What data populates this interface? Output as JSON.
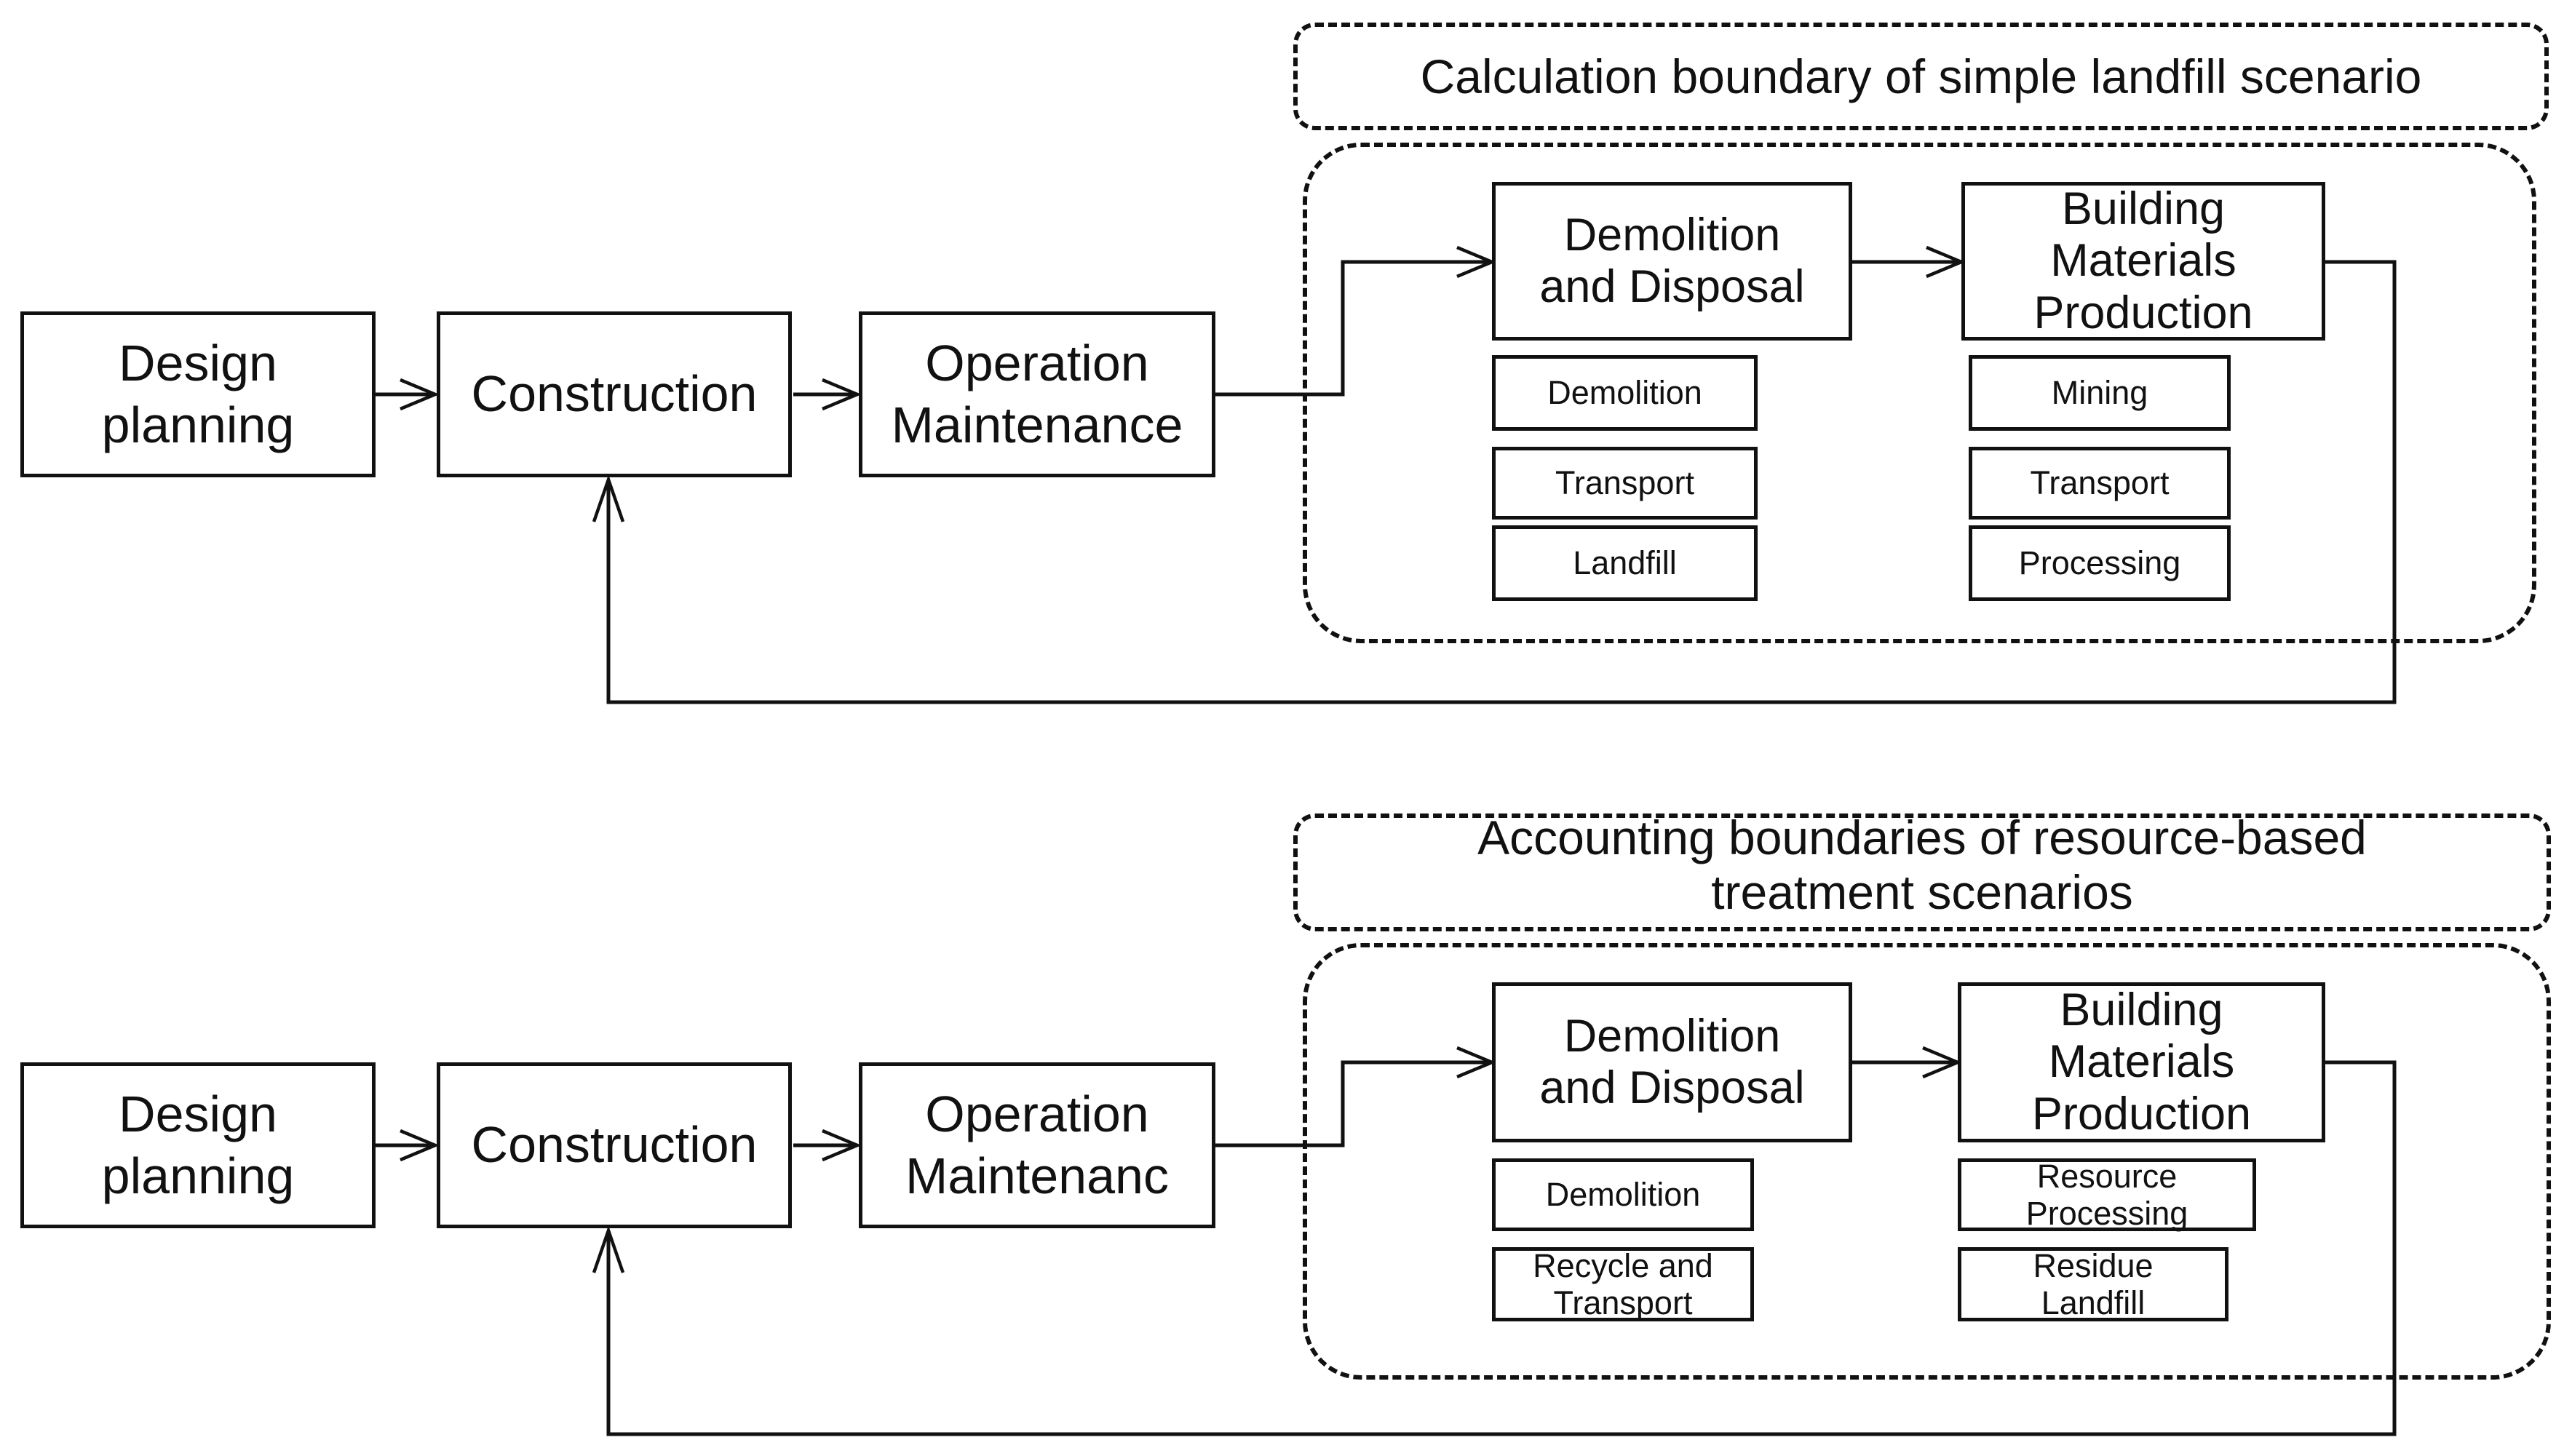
{
  "top": {
    "title": "Calculation boundary of simple landfill scenario",
    "main": {
      "design": [
        "Design",
        "planning"
      ],
      "construction": [
        "Construction"
      ],
      "operation": [
        "Operation",
        "Maintenance"
      ]
    },
    "demolition_group": {
      "title": [
        "Demolition",
        "and Disposal"
      ],
      "steps": [
        "Demolition",
        "Transport",
        "Landfill"
      ]
    },
    "production_group": {
      "title": [
        "Building",
        "Materials",
        "Production"
      ],
      "steps": [
        "Mining",
        "Transport",
        "Processing"
      ]
    }
  },
  "bottom": {
    "title": [
      "Accounting boundaries of resource-based",
      "treatment scenarios"
    ],
    "main": {
      "design": [
        "Design",
        "planning"
      ],
      "construction": [
        "Construction"
      ],
      "operation": [
        "Operation",
        "Maintenanc"
      ]
    },
    "demolition_group": {
      "title": [
        "Demolition",
        "and Disposal"
      ],
      "steps": [
        [
          "Demolition"
        ],
        [
          "Recycle and",
          "Transport"
        ]
      ]
    },
    "production_group": {
      "title": [
        "Building",
        "Materials",
        "Production"
      ],
      "steps": [
        [
          "Resource",
          "Processing"
        ],
        [
          "Residue",
          "Landfill"
        ]
      ]
    }
  },
  "colors": {
    "stroke": "#111111",
    "background": "#ffffff"
  }
}
